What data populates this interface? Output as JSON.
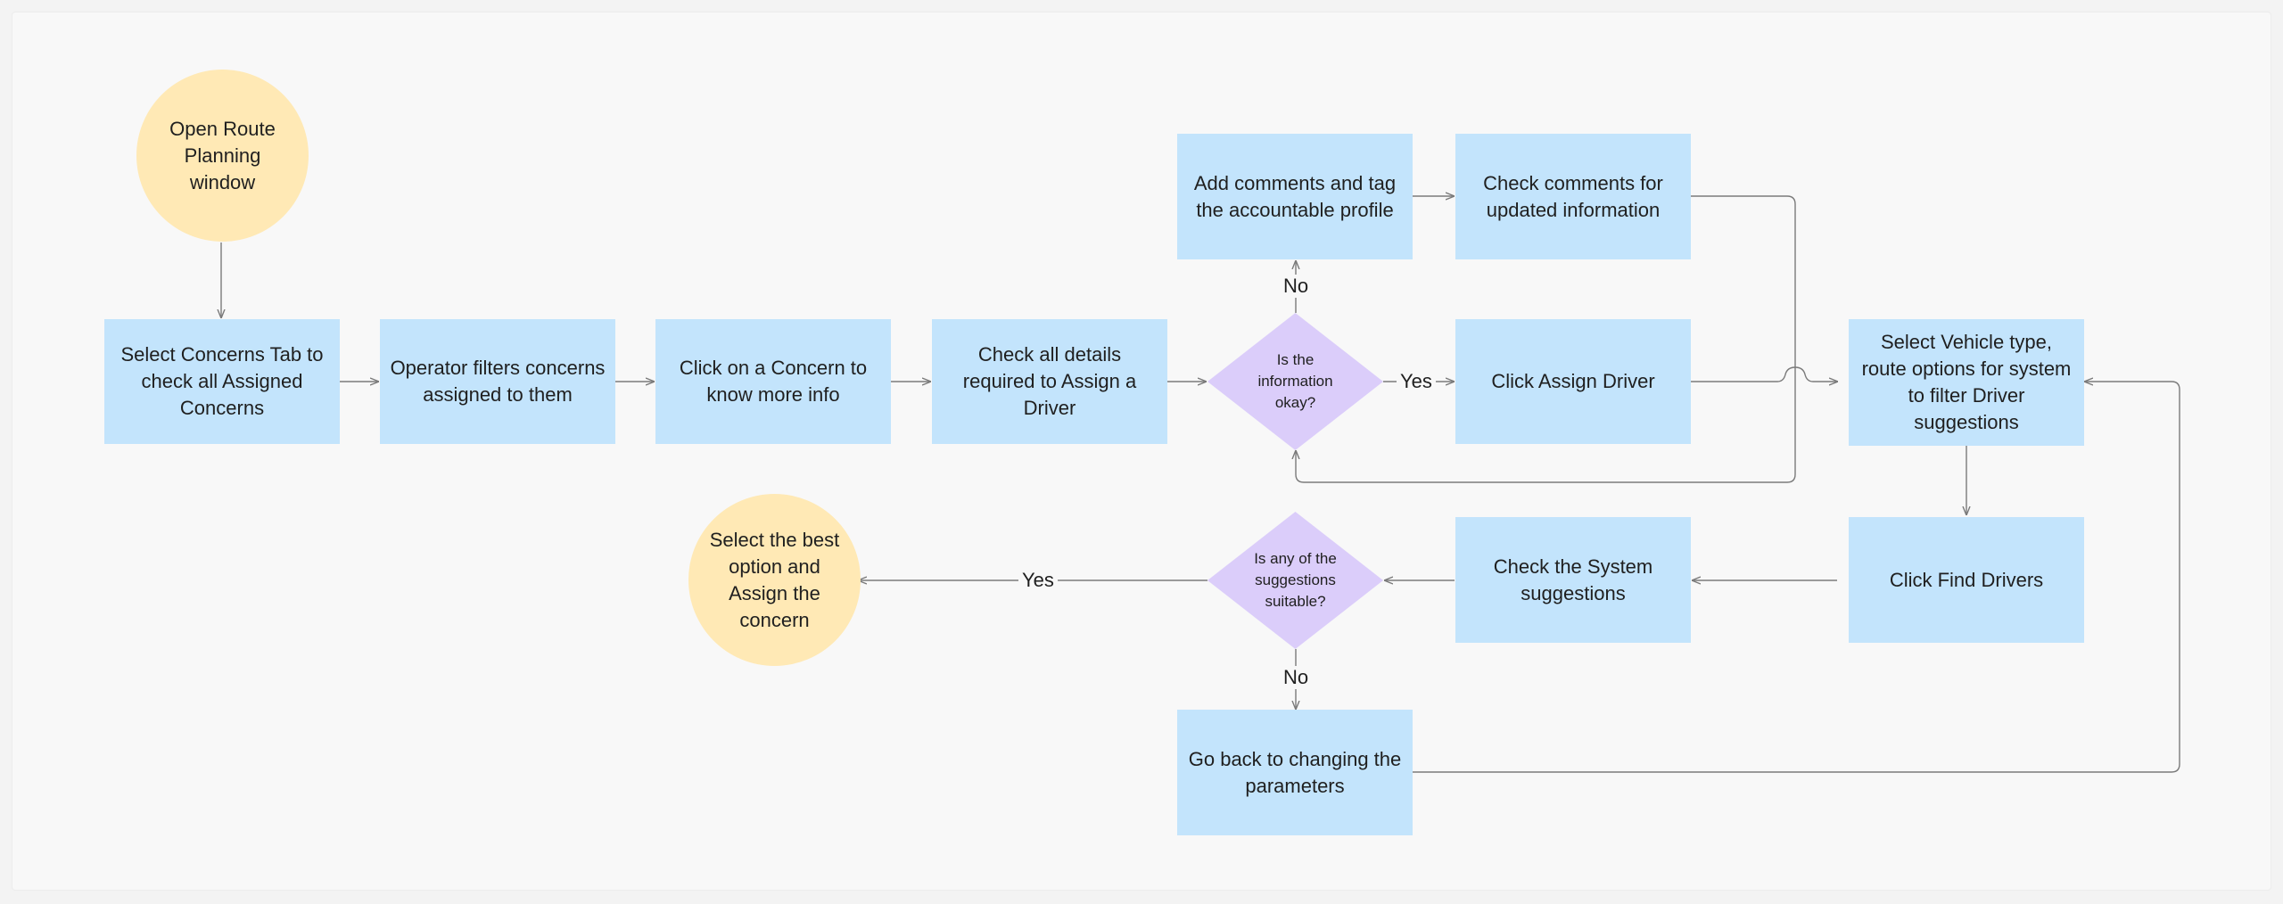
{
  "diagram": {
    "nodes": {
      "open_route": "Open Route Planning window",
      "select_concerns_tab": "Select Concerns Tab to check all Assigned Concerns",
      "operator_filters": "Operator filters concerns assigned to them",
      "click_concern": "Click on a Concern to know more info",
      "check_details": "Check all details required to Assign a Driver",
      "info_okay": "Is the information okay?",
      "add_comments": "Add comments and tag the accountable profile",
      "check_comments": "Check comments for updated information",
      "click_assign_driver": "Click Assign Driver",
      "select_vehicle": "Select Vehicle type, route options for system to filter Driver suggestions",
      "click_find_drivers": "Click Find Drivers",
      "check_system_suggestions": "Check the System suggestions",
      "suggestions_suitable": "Is any of the suggestions suitable?",
      "select_best_option": "Select the best option and Assign the concern",
      "go_back": "Go back to changing the parameters"
    },
    "edge_labels": {
      "info_no": "No",
      "info_yes": "Yes",
      "suggest_yes": "Yes",
      "suggest_no": "No"
    },
    "colors": {
      "process": "#c3e4fc",
      "terminal": "#ffe9b5",
      "decision": "#dbcdfa",
      "connector": "#7a7a7a",
      "background": "#f8f8f8"
    }
  }
}
